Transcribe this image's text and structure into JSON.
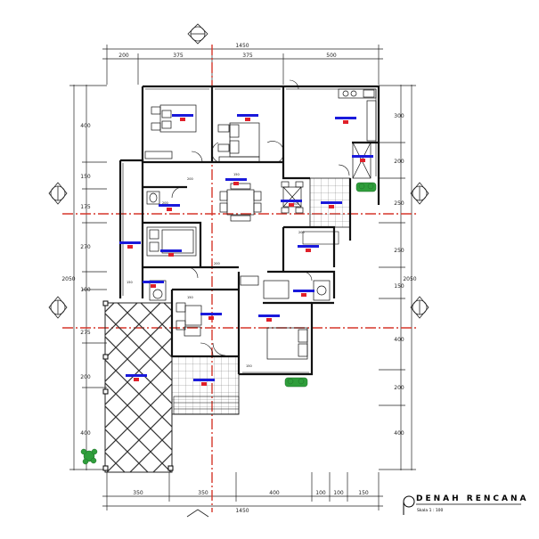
{
  "title": {
    "name": "DENAH RENCANA",
    "scale": "Skala 1 : 100"
  },
  "dimensions": {
    "top_total": "1450",
    "top_segments": [
      "200",
      "375",
      "375",
      "500"
    ],
    "bottom_total": "1450",
    "bottom_segments": [
      "350",
      "350",
      "400",
      "100",
      "100",
      "150"
    ],
    "left_total": "2050",
    "left_segments": [
      "400",
      "150",
      "175",
      "270",
      "100",
      "275",
      "200",
      "400"
    ],
    "right_total": "2050",
    "right_segments": [
      "300",
      "200",
      "250",
      "250",
      "150",
      "400",
      "200",
      "400"
    ],
    "small_labels": [
      "200",
      "200",
      "200",
      "150",
      "150",
      "200",
      "150",
      "150",
      "200"
    ]
  },
  "colors": {
    "wall": "#111111",
    "axis": "#d6372a",
    "tag_blue": "#1a1adb",
    "tag_red": "#e0202a",
    "plant": "#2f9e3b",
    "hatch": "#333333"
  }
}
